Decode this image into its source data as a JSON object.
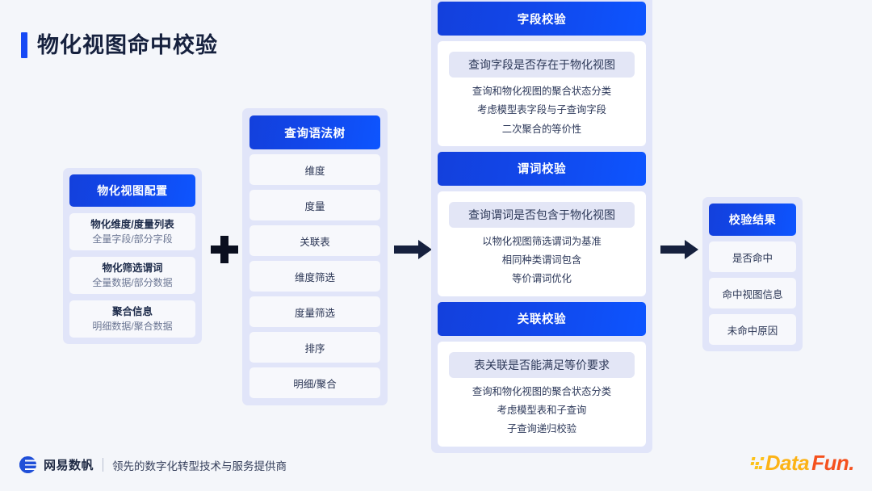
{
  "page": {
    "title": "物化视图命中校验",
    "accent_color": "#1649f5",
    "background_color": "#f4f6fa",
    "header_gradient": [
      "#1340dc",
      "#0d55ff"
    ]
  },
  "flow": {
    "plus_symbol": "+",
    "arrow_1": "arrow-right",
    "arrow_2": "arrow-right"
  },
  "card_config": {
    "header": "物化视图配置",
    "items": [
      {
        "title": "物化维度/度量列表",
        "sub": "全量字段/部分字段"
      },
      {
        "title": "物化筛选谓词",
        "sub": "全量数据/部分数据"
      },
      {
        "title": "聚合信息",
        "sub": "明细数据/聚合数据"
      }
    ]
  },
  "card_tree": {
    "header": "查询语法树",
    "items": [
      {
        "label": "维度"
      },
      {
        "label": "度量"
      },
      {
        "label": "关联表"
      },
      {
        "label": "维度筛选"
      },
      {
        "label": "度量筛选"
      },
      {
        "label": "排序"
      },
      {
        "label": "明细/聚合"
      }
    ]
  },
  "card_validate": {
    "sections": [
      {
        "header": "字段校验",
        "question": "查询字段是否存在于物化视图",
        "details": [
          "查询和物化视图的聚合状态分类",
          "考虑模型表字段与子查询字段",
          "二次聚合的等价性"
        ]
      },
      {
        "header": "谓词校验",
        "question": "查询谓词是否包含于物化视图",
        "details": [
          "以物化视图筛选谓词为基准",
          "相同种类谓词包含",
          "等价谓词优化"
        ]
      },
      {
        "header": "关联校验",
        "question": "表关联是否能满足等价要求",
        "details": [
          "查询和物化视图的聚合状态分类",
          "考虑模型表和子查询",
          "子查询递归校验"
        ]
      }
    ]
  },
  "card_result": {
    "header": "校验结果",
    "items": [
      {
        "label": "是否命中"
      },
      {
        "label": "命中视图信息"
      },
      {
        "label": "未命中原因"
      }
    ]
  },
  "footer": {
    "brand": "网易数帆",
    "divider": "|",
    "tagline": "领先的数字化转型技术与服务提供商",
    "logo_icon": "netease-sphere-icon",
    "datafun": {
      "part1": "Data",
      "part2": "Fun.",
      "color1": "#fcb316",
      "color2": "#f4511e",
      "dots_icon": "datafun-dots-icon"
    }
  }
}
